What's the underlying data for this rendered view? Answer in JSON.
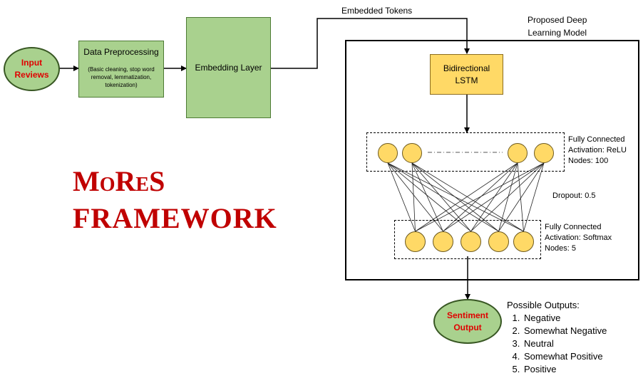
{
  "input_node": {
    "label": "Input\nReviews"
  },
  "preprocessing": {
    "title": "Data Preprocessing",
    "details": "(Basic cleaning, stop word removal, lemmatization, tokenization)"
  },
  "embedding_layer": {
    "label": "Embedding Layer"
  },
  "embedded_tokens_label": "Embedded Tokens",
  "model_title": "Proposed Deep\nLearning Model",
  "lstm": {
    "label": "Bidirectional\nLSTM"
  },
  "dense1": {
    "line1": "Fully Connected",
    "line2": "Activation: ReLU",
    "line3": "Nodes: 100"
  },
  "dropout_label": "Dropout: 0.5",
  "dense2": {
    "line1": "Fully Connected",
    "line2": "Activation: Softmax",
    "line3": "Nodes: 5"
  },
  "output_node": {
    "label": "Sentiment\nOutput"
  },
  "outputs": {
    "title": "Possible Outputs:",
    "items": [
      "Negative",
      "Somewhat Negative",
      "Neutral",
      "Somewhat Positive",
      "Positive"
    ]
  },
  "brand": {
    "line1": "MoReS",
    "line2": "framework"
  },
  "colors": {
    "green_fill": "#a9d18e",
    "orange_fill": "#ffd966",
    "highlight_text": "#e00000",
    "brand_red": "#c00000"
  }
}
